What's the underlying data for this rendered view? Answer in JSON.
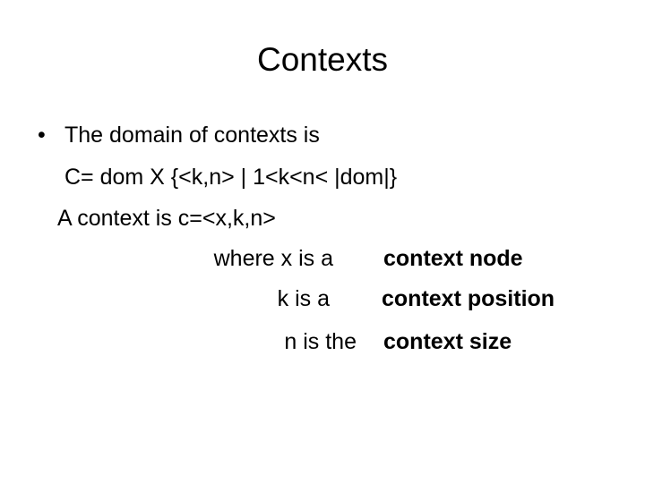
{
  "slide": {
    "title": "Contexts",
    "bullet_marker": "•",
    "bullet_text": "The domain of contexts is",
    "domain_def": "C= dom X {<k,n> | 1<k<n< |dom|}",
    "context_def": "A context is c=<x,k,n>",
    "rows": [
      {
        "lead": "where x is a",
        "term": "context node"
      },
      {
        "lead": "k is a",
        "term": "context position"
      },
      {
        "lead": "n is the",
        "term": "context size"
      }
    ]
  }
}
